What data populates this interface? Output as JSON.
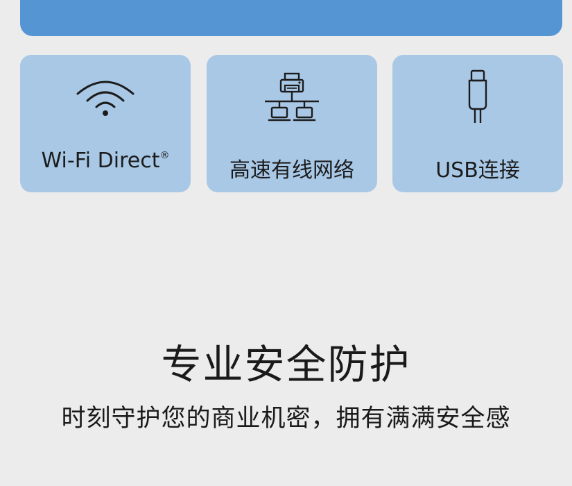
{
  "cards": [
    {
      "icon": "wifi-icon",
      "label": "Wi-Fi Direct",
      "label_mark": "®"
    },
    {
      "icon": "wired-network-icon",
      "label": "高速有线网络"
    },
    {
      "icon": "usb-connector-icon",
      "label": "USB连接"
    }
  ],
  "headline": "专业安全防护",
  "subline": "时刻守护您的商业机密，拥有满满安全感",
  "colors": {
    "banner": "#5595d4",
    "card": "#a8c8e6",
    "background": "#ececec",
    "text": "#1c1c1c"
  }
}
